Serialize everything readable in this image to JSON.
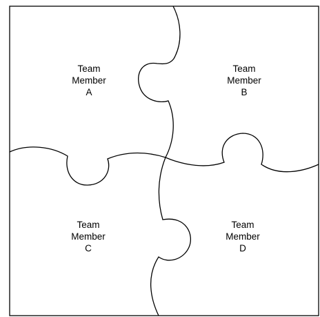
{
  "colors": {
    "background": "#ffffff",
    "stroke": "#000000",
    "text": "#000000"
  },
  "pieces": [
    {
      "id": "A",
      "lines": [
        "Team",
        "Member",
        "A"
      ]
    },
    {
      "id": "B",
      "lines": [
        "Team",
        "Member",
        "B"
      ]
    },
    {
      "id": "C",
      "lines": [
        "Team",
        "Member",
        "C"
      ]
    },
    {
      "id": "D",
      "lines": [
        "Team",
        "Member",
        "D"
      ]
    }
  ]
}
